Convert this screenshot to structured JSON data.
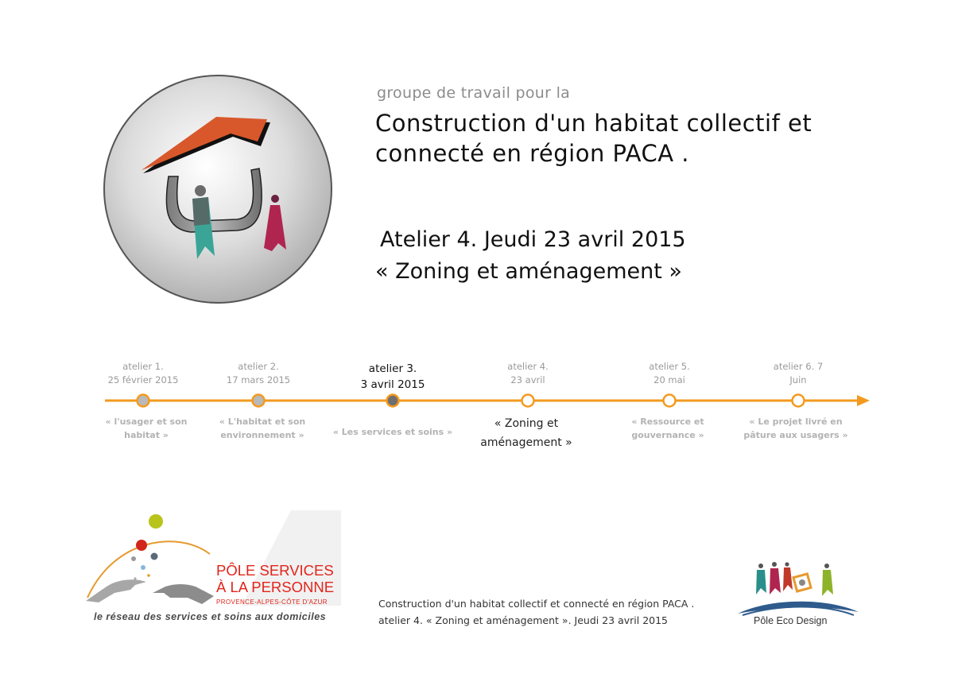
{
  "header": {
    "subtitle": "groupe de travail pour la",
    "title_line1": "Construction d'un habitat collectif et",
    "title_line2": "connecté en région PACA .",
    "atelier_line": "Atelier 4.  Jeudi 23 avril 2015",
    "atelier_theme": "« Zoning et aménagement »"
  },
  "timeline": {
    "accent_color": "#f39a1f",
    "steps": [
      {
        "label": "atelier 1.",
        "date": "25 février 2015",
        "theme_line1": "« l'usager et son",
        "theme_line2": "habitat »",
        "state": "past"
      },
      {
        "label": "atelier 2.",
        "date": "17 mars 2015",
        "theme_line1": "« L'habitat et son",
        "theme_line2": "environnement »",
        "state": "past"
      },
      {
        "label": "atelier 3.",
        "date": "3 avril 2015",
        "theme_line1": "« Les services et soins »",
        "theme_line2": "",
        "state": "past-highlight"
      },
      {
        "label": "atelier 4.",
        "date": "23 avril",
        "theme_line1": "« Zoning et",
        "theme_line2": "aménagement »",
        "state": "current"
      },
      {
        "label": "atelier 5.",
        "date": "20 mai",
        "theme_line1": "« Ressource et",
        "theme_line2": "gouvernance »",
        "state": "future"
      },
      {
        "label": "atelier 6. 7",
        "date": "Juin",
        "theme_line1": "« Le projet livré en",
        "theme_line2": "pâture aux usagers »",
        "state": "future"
      }
    ]
  },
  "psp_logo": {
    "name_line1": "PÔLE SERVICES",
    "name_line2": "À LA PERSONNE",
    "region": "PROVENCE-ALPES-CÔTE D'AZUR",
    "slogan": "le réseau des services et soins aux domiciles",
    "brand_color": "#e2251b"
  },
  "footer": {
    "line1": "Construction d'un habitat collectif et connecté en région PACA .",
    "line2": "atelier 4. « Zoning et aménagement ». Jeudi 23 avril 2015"
  },
  "ped_logo": {
    "name": "Pôle Eco Design"
  }
}
